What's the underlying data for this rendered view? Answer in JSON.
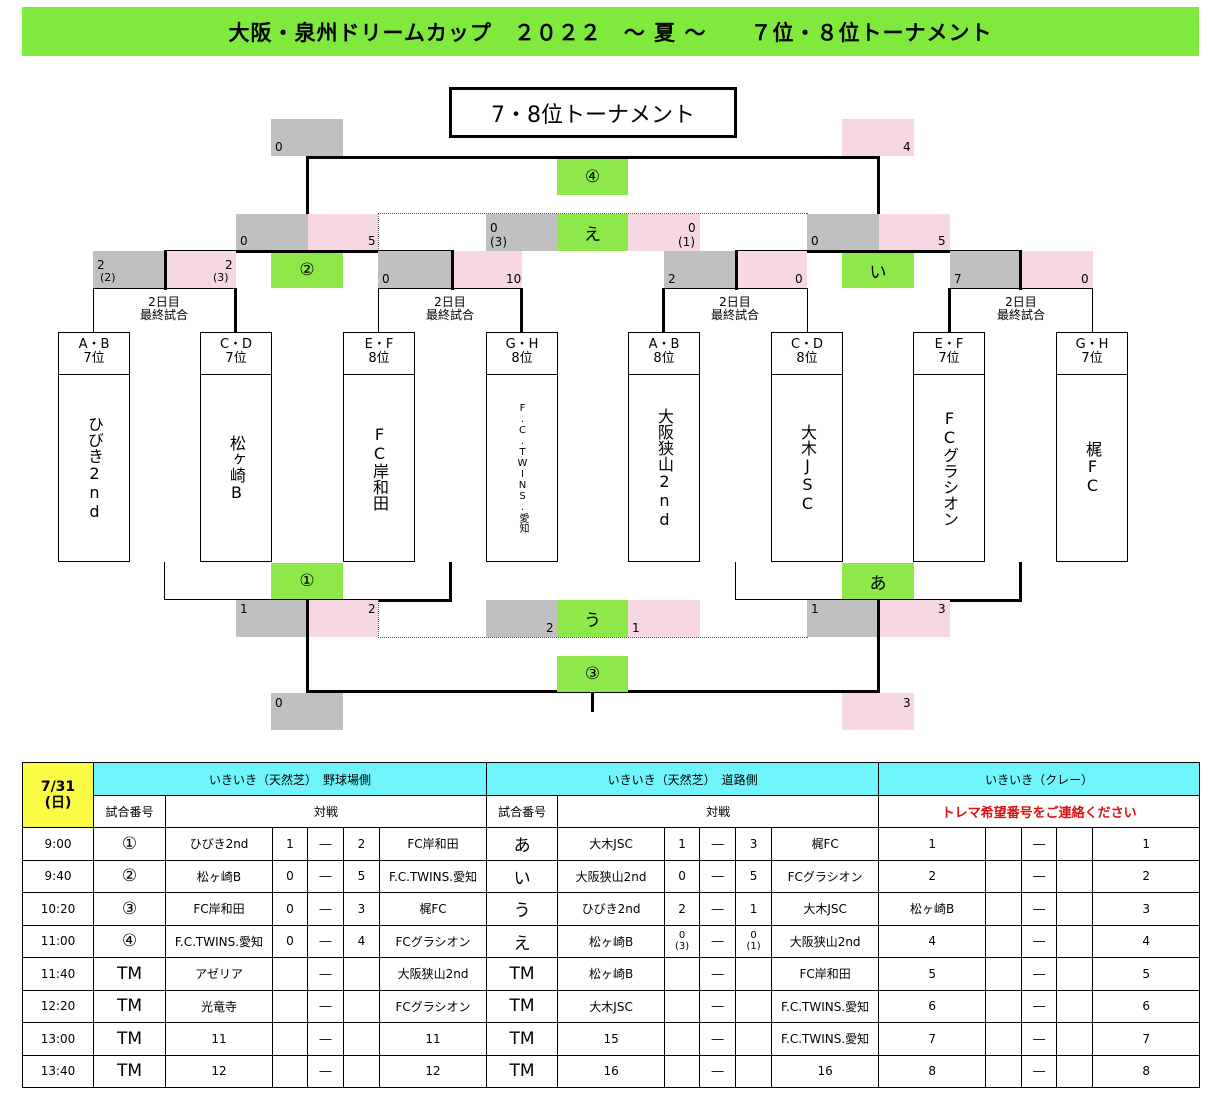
{
  "title": "大阪・泉州ドリームカップ　２０２２　～ 夏 ～　　７位・８位トーナメント",
  "bracket": {
    "box_title": "7・8位トーナメント",
    "labels": {
      "m1": "①",
      "m2": "②",
      "m3": "③",
      "m4": "④",
      "ma": "あ",
      "mi": "い",
      "mu": "う",
      "me": "え"
    },
    "day2_label_1": "2日目",
    "day2_label_2": "最終試合",
    "teams": [
      {
        "hdr1": "A・B",
        "hdr2": "7位",
        "name": "ひびき2nd"
      },
      {
        "hdr1": "C・D",
        "hdr2": "7位",
        "name": "松ヶ崎B"
      },
      {
        "hdr1": "E・F",
        "hdr2": "8位",
        "name": "FC岸和田"
      },
      {
        "hdr1": "G・H",
        "hdr2": "8位",
        "name": "F.C.TWINS.愛知"
      },
      {
        "hdr1": "A・B",
        "hdr2": "8位",
        "name": "大阪狭山2nd"
      },
      {
        "hdr1": "C・D",
        "hdr2": "8位",
        "name": "大木JSC"
      },
      {
        "hdr1": "E・F",
        "hdr2": "7位",
        "name": "FCグラシオン"
      },
      {
        "hdr1": "G・H",
        "hdr2": "7位",
        "name": "梶FC"
      }
    ],
    "scores": {
      "s4_left": "0",
      "s4_right": "4",
      "s2_left": "0",
      "s2_right": "5",
      "se_left": "0",
      "se_left_pk": "(3)",
      "se_right": "0",
      "se_right_pk": "(1)",
      "si_left": "0",
      "si_right": "5",
      "t1_left": "2",
      "t1_left_pk": "(2)",
      "t1_right": "2",
      "t1_right_pk": "(3)",
      "t2_left": "0",
      "t2_right": "10",
      "t3_left": "2",
      "t3_right": "0",
      "t4_left": "7",
      "t4_right": "0",
      "s1_left": "1",
      "s1_right": "2",
      "su_left": "2",
      "su_right": "1",
      "sa_left": "1",
      "sa_right": "3",
      "s3_left": "0",
      "s3_right": "3"
    }
  },
  "schedule": {
    "date": "7/31",
    "day": "(日)",
    "venues": [
      "いきいき（天然芝）　野球場側",
      "いきいき（天然芝）　道路側",
      "いきいき（クレー）"
    ],
    "col_match": "試合番号",
    "col_vs": "対戦",
    "clay_notice": "トレマ希望番号をご連絡ください",
    "dash": "―",
    "rows": [
      {
        "time": "9:00",
        "a_no": "①",
        "a_t1": "ひびき2nd",
        "a_s1": "1",
        "a_s2": "2",
        "a_t2": "FC岸和田",
        "b_no": "あ",
        "b_t1": "大木JSC",
        "b_s1": "1",
        "b_s1pk": "",
        "b_s2": "3",
        "b_s2pk": "",
        "b_t2": "梶FC",
        "c_t1": "1",
        "c_t2": "1"
      },
      {
        "time": "9:40",
        "a_no": "②",
        "a_t1": "松ヶ崎B",
        "a_s1": "0",
        "a_s2": "5",
        "a_t2": "F.C.TWINS.愛知",
        "b_no": "い",
        "b_t1": "大阪狭山2nd",
        "b_s1": "0",
        "b_s1pk": "",
        "b_s2": "5",
        "b_s2pk": "",
        "b_t2": "FCグラシオン",
        "c_t1": "2",
        "c_t2": "2"
      },
      {
        "time": "10:20",
        "a_no": "③",
        "a_t1": "FC岸和田",
        "a_s1": "0",
        "a_s2": "3",
        "a_t2": "梶FC",
        "b_no": "う",
        "b_t1": "ひびき2nd",
        "b_s1": "2",
        "b_s1pk": "",
        "b_s2": "1",
        "b_s2pk": "",
        "b_t2": "大木JSC",
        "c_t1": "松ヶ崎B",
        "c_t2": "3"
      },
      {
        "time": "11:00",
        "a_no": "④",
        "a_t1": "F.C.TWINS.愛知",
        "a_s1": "0",
        "a_s2": "4",
        "a_t2": "FCグラシオン",
        "b_no": "え",
        "b_t1": "松ヶ崎B",
        "b_s1": "0",
        "b_s1pk": "(3)",
        "b_s2": "0",
        "b_s2pk": "(1)",
        "b_t2": "大阪狭山2nd",
        "c_t1": "4",
        "c_t2": "4"
      },
      {
        "time": "11:40",
        "a_no": "TM",
        "a_t1": "アゼリア",
        "a_s1": "",
        "a_s2": "",
        "a_t2": "大阪狭山2nd",
        "b_no": "TM",
        "b_t1": "松ヶ崎B",
        "b_s1": "",
        "b_s1pk": "",
        "b_s2": "",
        "b_s2pk": "",
        "b_t2": "FC岸和田",
        "c_t1": "5",
        "c_t2": "5"
      },
      {
        "time": "12:20",
        "a_no": "TM",
        "a_t1": "光竜寺",
        "a_s1": "",
        "a_s2": "",
        "a_t2": "FCグラシオン",
        "b_no": "TM",
        "b_t1": "大木JSC",
        "b_s1": "",
        "b_s1pk": "",
        "b_s2": "",
        "b_s2pk": "",
        "b_t2": "F.C.TWINS.愛知",
        "c_t1": "6",
        "c_t2": "6"
      },
      {
        "time": "13:00",
        "a_no": "TM",
        "a_t1": "11",
        "a_s1": "",
        "a_s2": "",
        "a_t2": "11",
        "b_no": "TM",
        "b_t1": "15",
        "b_s1": "",
        "b_s1pk": "",
        "b_s2": "",
        "b_s2pk": "",
        "b_t2": "F.C.TWINS.愛知",
        "c_t1": "7",
        "c_t2": "7"
      },
      {
        "time": "13:40",
        "a_no": "TM",
        "a_t1": "12",
        "a_s1": "",
        "a_s2": "",
        "a_t2": "12",
        "b_no": "TM",
        "b_t1": "16",
        "b_s1": "",
        "b_s1pk": "",
        "b_s2": "",
        "b_s2pk": "",
        "b_t2": "16",
        "c_t1": "8",
        "c_t2": "8"
      }
    ]
  }
}
